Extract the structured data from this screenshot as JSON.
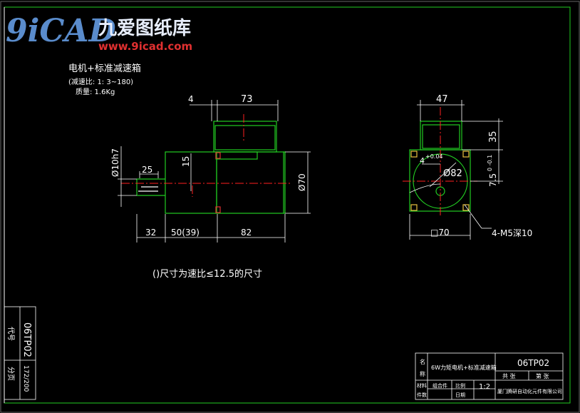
{
  "watermark": {
    "brand_letters": "9iCAD",
    "brand_text": "九爱图纸库",
    "url": "www.9icad.com"
  },
  "notes": {
    "title": "电机+标准减速箱",
    "ratio": "(减速比: 1: 3~180)",
    "weight": "质量:  1.6Kg",
    "footnote": "()尺寸为速比≤12.5的尺寸"
  },
  "front_view": {
    "dim_4": "4",
    "dim_73": "73",
    "dim_phi10h7": "Ø10h7",
    "dim_25": "25",
    "dim_15": "15",
    "dim_phi70": "Ø70",
    "dim_32": "32",
    "dim_50_39": "50(39)",
    "dim_82": "82"
  },
  "side_view": {
    "dim_47": "47",
    "dim_35": "35",
    "dim_4": "4",
    "tol_plus": "+0.04",
    "dim_phi82": "Ø82",
    "dim_7_5": "7.5",
    "tol_7_5": "0  -0.1",
    "dim_sq70": "□70",
    "holes": "4-M5深10"
  },
  "side_strip": {
    "code": "06TP02",
    "label_code": "代号",
    "label_sheets": "分页",
    "page": "172/200"
  },
  "title_block": {
    "name_label_1": "名",
    "name_label_2": "称",
    "product_name": "6W力矩电机+标准减速箱",
    "drawing_code": "06TP02",
    "total_label": "共  张",
    "sheet_label": "第  张",
    "material_label": "材料",
    "combination_label": "组合件",
    "scale_label": "比例",
    "scale_value": "1:2",
    "quantity_label": "件数",
    "date_label": "日期",
    "company": "厦门腾研自动化元件有限公司"
  },
  "colors": {
    "background": "#000000",
    "frame": "#ffffff",
    "outline": "#22cc22",
    "dimension": "#ffffff",
    "centerline": "#ff2020",
    "brand_blue": "#5a8ccc",
    "brand_red": "#e03030"
  }
}
